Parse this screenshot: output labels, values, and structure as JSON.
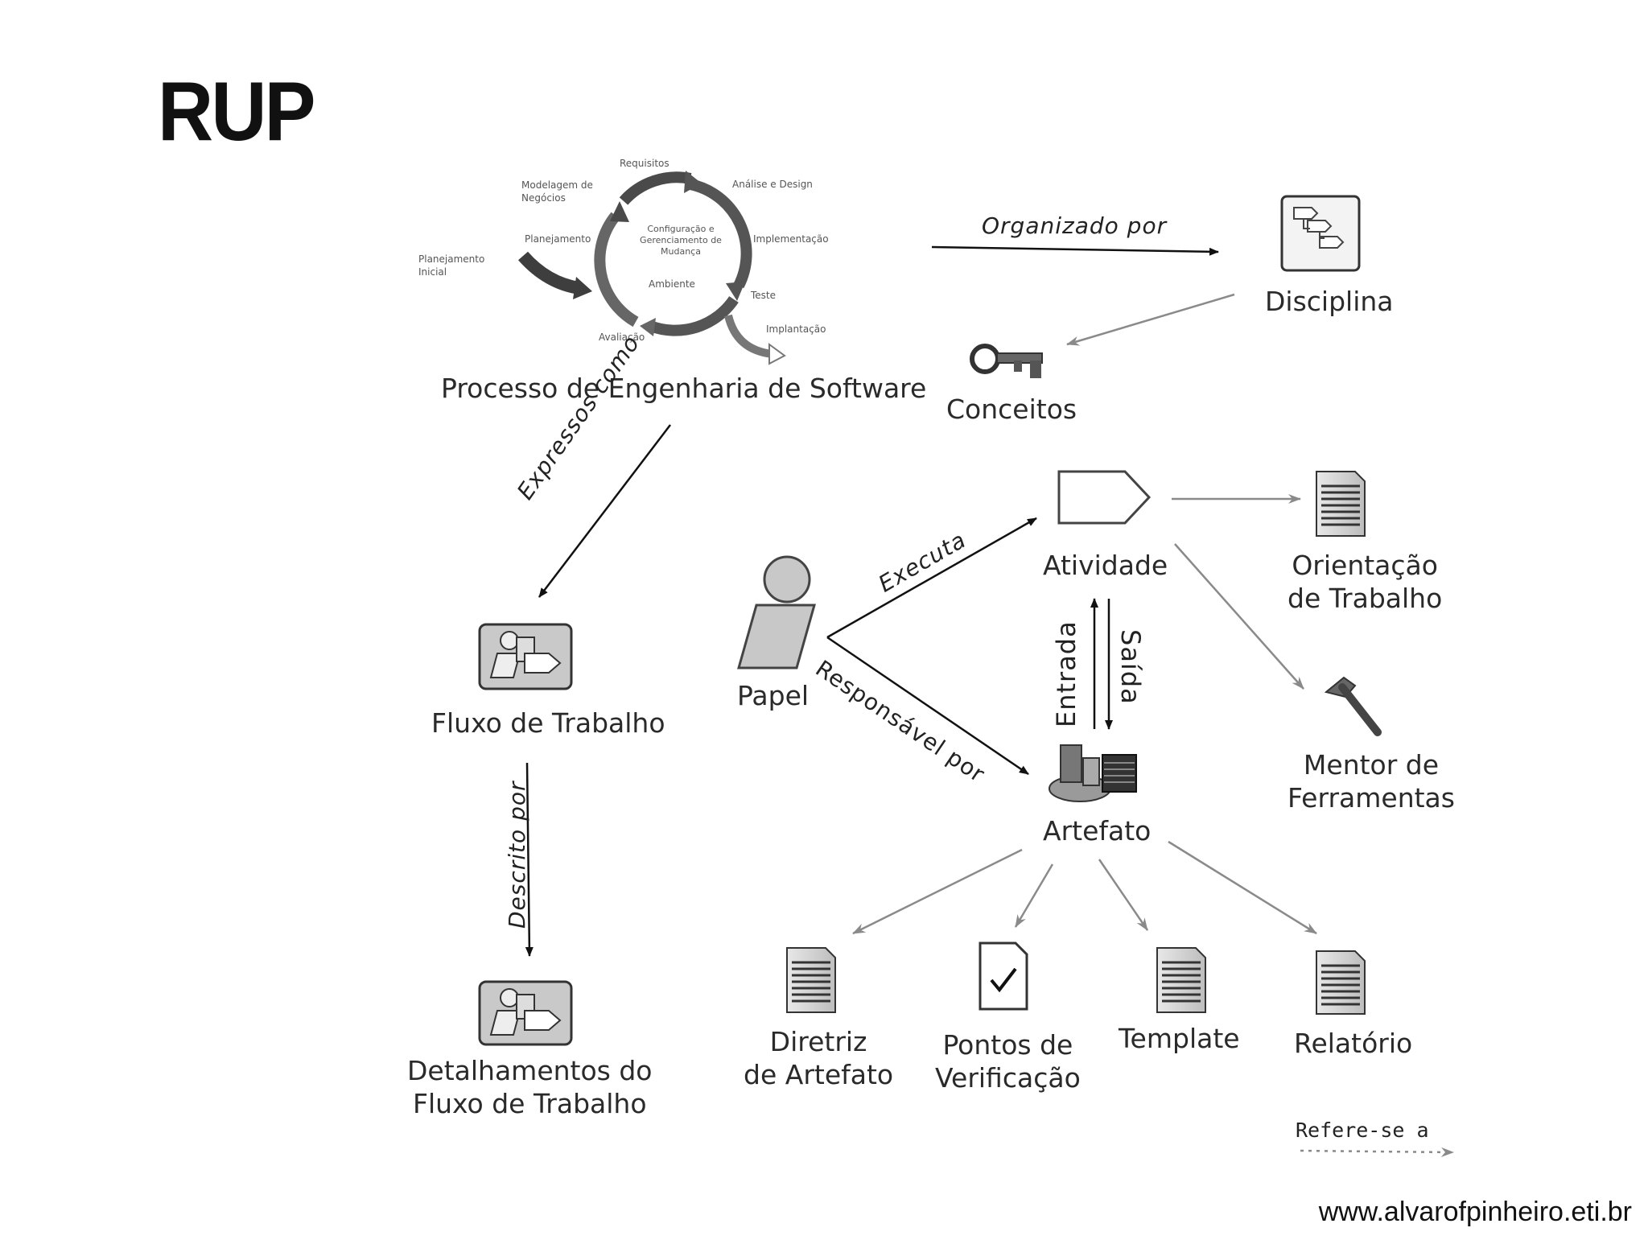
{
  "title": "RUP",
  "footer": "www.alvarofpinheiro.eti.br",
  "cycle": {
    "labels": {
      "requisitos": "Requisitos",
      "analise": "Análise e Design",
      "implementacao": "Implementação",
      "testes": "Teste",
      "implantacao": "Implantação",
      "avaliacao": "Avaliação",
      "planejamento": "Planejamento",
      "planejamento_inicial": "Planejamento Inicial",
      "modelagem": "Modelagem de Negócios",
      "config": "Configuração e Gerenciamento de Mudança",
      "ambiente": "Ambiente"
    }
  },
  "nodes": {
    "processo": "Processo de Engenharia de Software",
    "disciplina": "Disciplina",
    "conceitos": "Conceitos",
    "fluxo": "Fluxo de Trabalho",
    "detalhamentos": "Detalhamentos do\nFluxo de Trabalho",
    "papel": "Papel",
    "atividade": "Atividade",
    "artefato": "Artefato",
    "orientacao": "Orientação\nde Trabalho",
    "mentor": "Mentor de\nFerramentas",
    "diretriz": "Diretriz\nde Artefato",
    "pontos": "Pontos de\nVerificação",
    "template": "Template",
    "relatorio": "Relatório"
  },
  "relations": {
    "organizado": "Organizado por",
    "expressos": "Expressos como",
    "descrito": "Descrito por",
    "executa": "Executa",
    "responsavel": "Responsável por",
    "entrada": "Entrada",
    "saida": "Saída"
  },
  "legend": {
    "refere": "Refere-se a"
  }
}
